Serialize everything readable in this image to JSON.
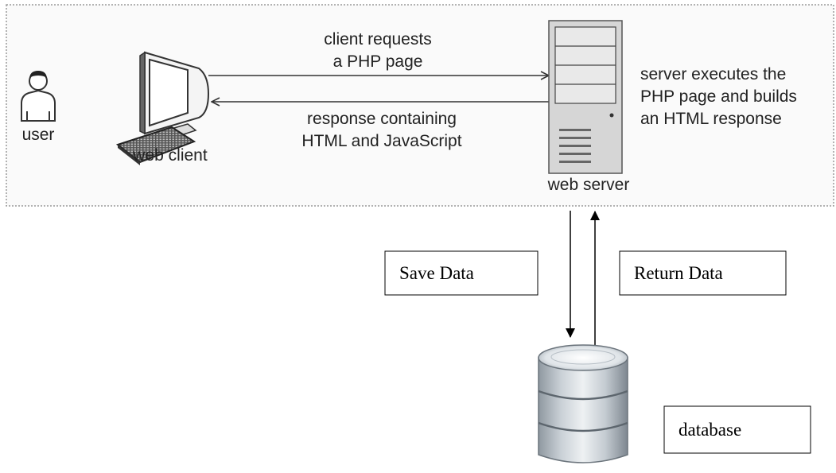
{
  "diagram": {
    "nodes": {
      "user": "user",
      "web_client": "web client",
      "web_server": "web server",
      "database": "database"
    },
    "edges": {
      "request_line1": "client requests",
      "request_line2": "a PHP page",
      "response_line1": "response containing",
      "response_line2": "HTML and JavaScript",
      "server_note_line1": "server executes the",
      "server_note_line2": "PHP page and builds",
      "server_note_line3": "an HTML response",
      "save": "Save Data",
      "return": "Return Data"
    }
  }
}
